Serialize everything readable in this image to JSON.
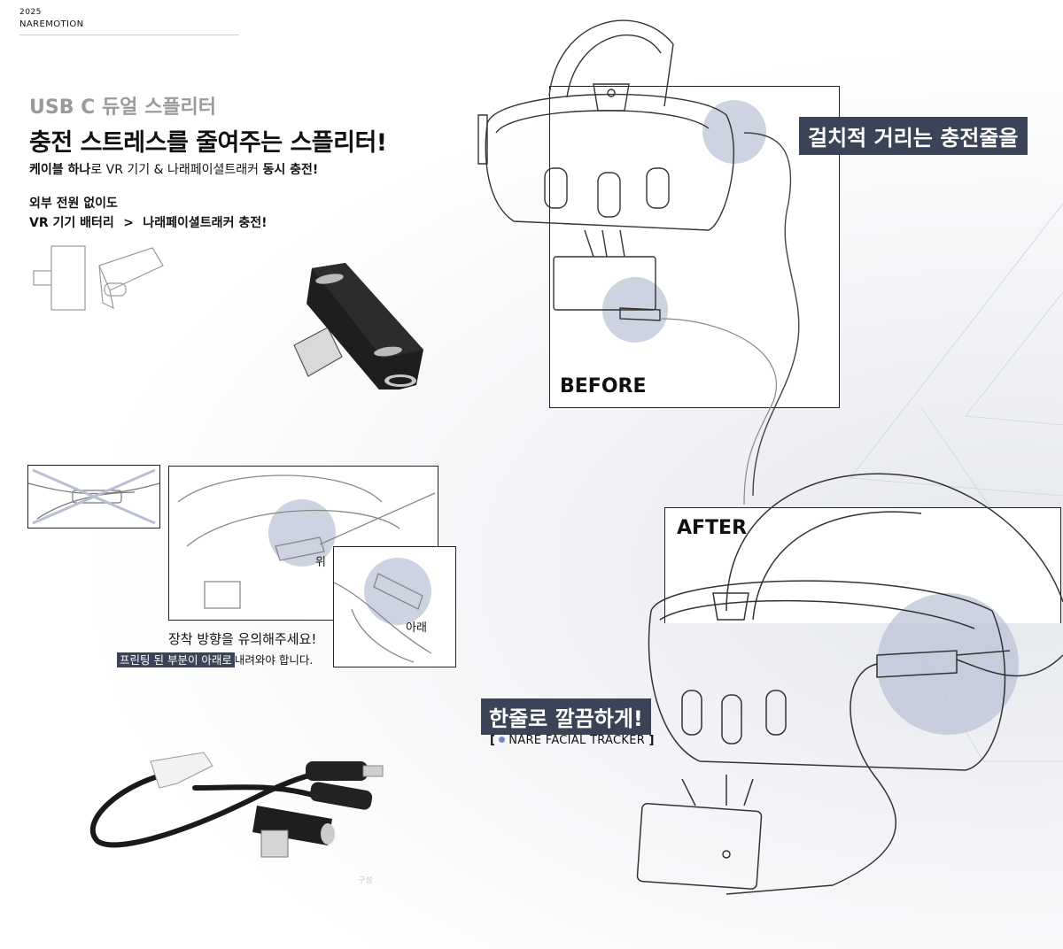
{
  "header": {
    "year": "2025",
    "brand": "NAREMOTION"
  },
  "title": {
    "subtitle": "USB C 듀얼 스플리터",
    "main": "충전 스트레스를 줄여주는 스플리터!"
  },
  "description": {
    "part1_bold": "케이블 하나",
    "part2": "로 VR 기기 & 나래페이셜트래커 ",
    "part3_bold": "동시 충전!"
  },
  "notes": {
    "line1": "외부 전원 없이도",
    "line2_a": "VR 기기 배터리",
    "line2_arrow": ">",
    "line2_b": "나래페이셜트래커 충전!"
  },
  "before_after": {
    "before_label": "BEFORE",
    "after_label": "AFTER",
    "top_badge": "걸치적 거리는 충전줄을",
    "clean_badge": "한줄로 깔끔하게!",
    "tracker_label": "NARE FACIAL TRACKER",
    "tracker_open": "[",
    "tracker_close": "]"
  },
  "orientation": {
    "label_up": "위",
    "label_down": "아래",
    "caution": "장착 방향을 유의해주세요!",
    "print_highlight": "프린팅 된 부분이 아래로",
    "print_rest": "내려와야 합니다."
  },
  "watermark": "구성",
  "colors": {
    "accent_dark": "#3b4356",
    "highlight_circle": "#b9c0d4",
    "tracker_dot": "#7a86c4"
  }
}
